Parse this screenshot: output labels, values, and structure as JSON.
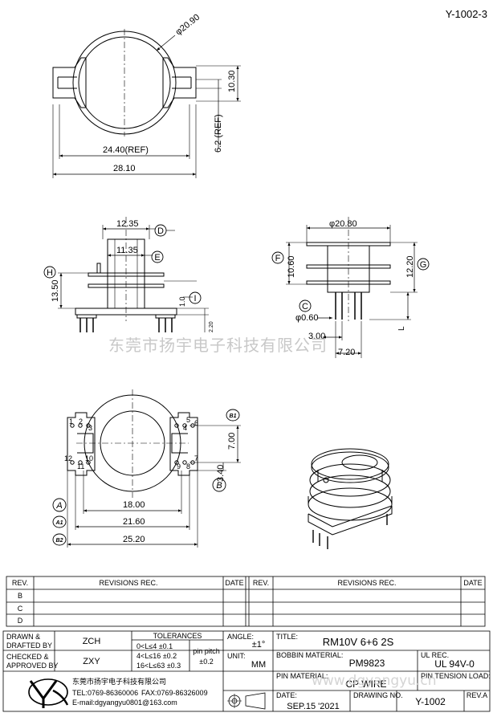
{
  "doc_code": "Y-1002-3",
  "dims": {
    "top_dia": "φ20.90",
    "top_h1": "10.30",
    "top_ref_62": "6.2 (REF)",
    "top_ref_2440": "24.40(REF)",
    "top_2810": "28.10",
    "side_1235": "12.35",
    "side_1135": "11.35",
    "side_1350": "13.50",
    "side_10": "1.0",
    "side_220": "2.20",
    "right_2080": "φ20.80",
    "right_1060": "10.60",
    "right_1220": "12.20",
    "right_060": "φ0.60",
    "right_300": "3.00",
    "right_720": "7.20",
    "right_L": "L",
    "bot_700": "7.00",
    "bot_340": "3.40",
    "bot_1800": "18.00",
    "bot_2160": "21.60",
    "bot_2520": "25.20"
  },
  "markers": {
    "D": "D",
    "E": "E",
    "F": "F",
    "G": "G",
    "H": "H",
    "I": "I",
    "C": "C",
    "A": "A",
    "A1": "A1",
    "B": "B",
    "B1": "B1",
    "B2": "B2"
  },
  "pin_numbers": [
    "1",
    "2",
    "3",
    "4",
    "5",
    "6",
    "7",
    "8",
    "9",
    "10",
    "11",
    "12"
  ],
  "watermark": "东莞市扬宇电子科技有限公司",
  "revisions": {
    "headers": [
      "REV.",
      "REVISIONS  REC.",
      "DATE"
    ],
    "rows": [
      "B",
      "C",
      "D"
    ]
  },
  "title_block": {
    "drawn_label": "DRAWN  &",
    "drafted_label": "DRAFTED  BY",
    "drawn_value": "ZCH",
    "checked_label": "CHECKED  &",
    "approved_label": "APPROVED  BY",
    "checked_value": "ZXY",
    "tolerances_label": "TOLERANCES",
    "tol_rows": [
      "0<L≤4   ±0.1",
      "4<L≤16  ±0.2",
      "16<L≤63  ±0.3"
    ],
    "pin_pitch_label": "pin  pitch",
    "pin_pitch_value": "±0.2",
    "angle_label": "ANGLE:",
    "angle_value": "±1°",
    "unit_label": "UNIT:",
    "unit_value": "MM",
    "title_label": "TITLE:",
    "title_value": "RM10V  6+6  2S",
    "bobbin_label": "BOBBIN  MATERIAL:",
    "bobbin_value": "PM9823",
    "ul_label": "UL  REC.",
    "ul_value": "UL  94V-0",
    "pin_mat_label": "PIN  MATERIAL:",
    "pin_mat_value": "CP  WIRE",
    "pin_tension_label": "PIN  TENSION  LOAD:",
    "url_watermark": "www.dgyangyu.cn",
    "company_name": "东莞市扬宇电子科技有限公司",
    "tel": "TEL:0769-86360006",
    "fax": "FAX:0769-86326009",
    "email": "E-mail:dgyangyu0801@163.com",
    "date_label": "DATE:",
    "date_value": "SEP.15  '2021",
    "drawing_no_label": "DRAWING  NO.",
    "drawing_no_value": "Y-1002",
    "rev_label": "REV.A"
  }
}
